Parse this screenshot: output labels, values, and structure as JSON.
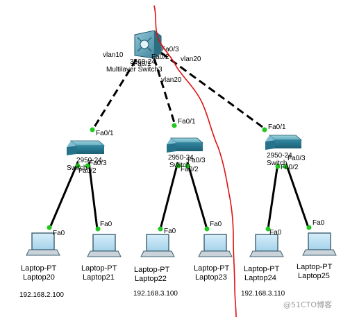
{
  "core": {
    "name": "Multilayer Switch3",
    "model": "3560-24"
  },
  "core_ports": {
    "left": "Fa0/1",
    "mid": "Fa0/2",
    "right": "Fa0/3"
  },
  "vlan_labels": {
    "left": "vlan10",
    "right_top": "vlan20",
    "right_bottom": "vlan20"
  },
  "switches": [
    {
      "name": "Switch",
      "model": "2950-24",
      "up_port": "Fa0/1",
      "left_port": "Fa0/2",
      "right_port": "Fa0/3"
    },
    {
      "name": "Switch",
      "model": "2950-24",
      "up_port": "Fa0/1",
      "left_port": "Fa0/2",
      "right_port": "Fa0/3"
    },
    {
      "name": "Switch",
      "model": "2950-24",
      "up_port": "Fa0/1",
      "left_port": "Fa0/2",
      "right_port": "Fa0/3"
    }
  ],
  "laptops": [
    {
      "type": "Laptop-PT",
      "name": "Laptop20",
      "port": "Fa0"
    },
    {
      "type": "Laptop-PT",
      "name": "Laptop21",
      "port": "Fa0"
    },
    {
      "type": "Laptop-PT",
      "name": "Laptop22",
      "port": "Fa0"
    },
    {
      "type": "Laptop-PT",
      "name": "Laptop23",
      "port": "Fa0"
    },
    {
      "type": "Laptop-PT",
      "name": "Laptop24",
      "port": "Fa0"
    },
    {
      "type": "Laptop-PT",
      "name": "Laptop25",
      "port": "Fa0"
    }
  ],
  "ip_notes": [
    "192.168.2.100",
    "192.168.3.100",
    "192.168.3.110"
  ],
  "watermark": "@51CTO博客",
  "colors": {
    "link": "#000000",
    "port_led": "#1ec81e",
    "annotation_line": "#e01010",
    "switch_body": "#3a8fa3",
    "laptop_screen": "#b9e0f2"
  }
}
